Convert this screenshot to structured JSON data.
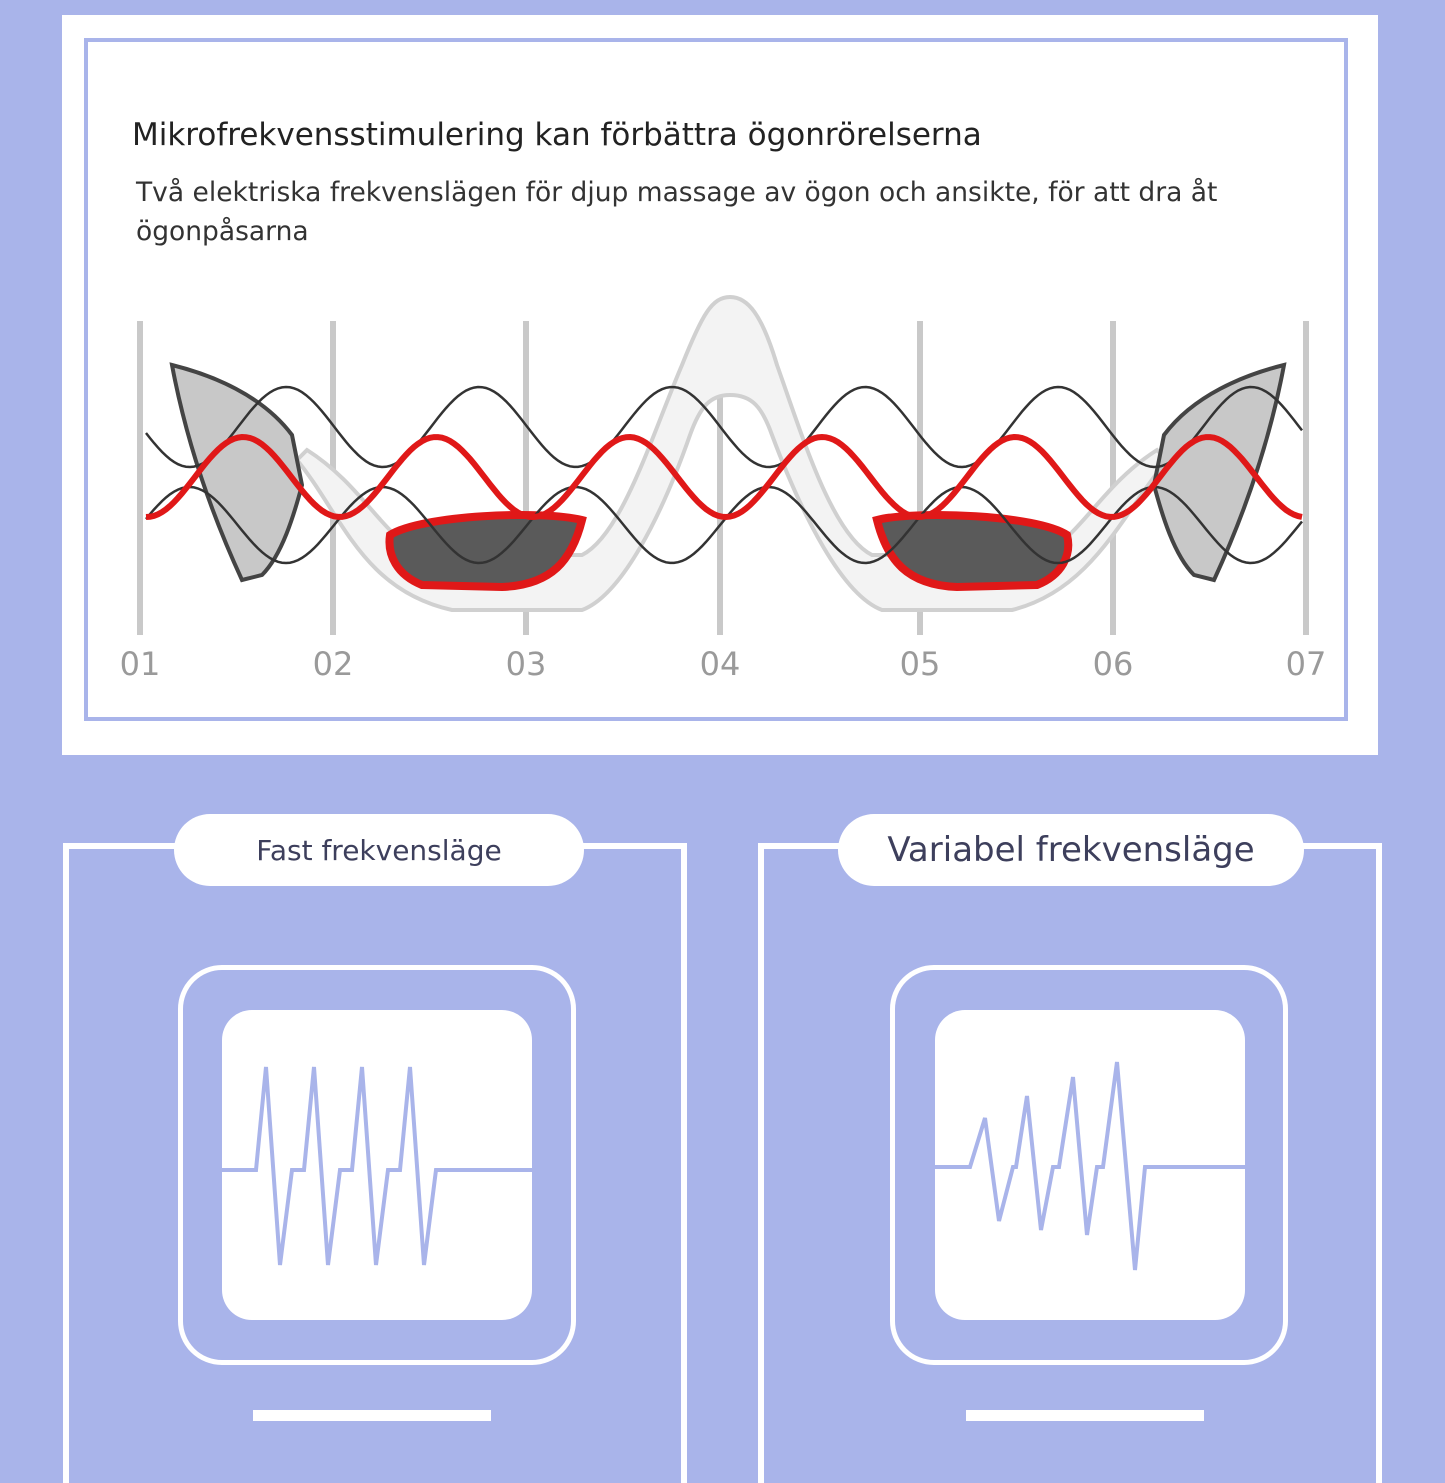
{
  "section_top": {
    "headline": "Mikrofrekvensstimulering kan förbättra ögonrörelserna",
    "subline": "Två elektriska frekvenslägen för djup massage av ögon och ansikte, för att dra åt ögonpåsarna",
    "markers": [
      "01",
      "02",
      "03",
      "04",
      "05",
      "06",
      "07"
    ],
    "wave_color": "#e01818",
    "accent_color": "#a9b4ea"
  },
  "modes": [
    {
      "label": "Fast frekvensläge",
      "icon": "fixed-pulse-waveform-icon"
    },
    {
      "label": "Variabel frekvensläge",
      "icon": "variable-pulse-waveform-icon"
    }
  ]
}
